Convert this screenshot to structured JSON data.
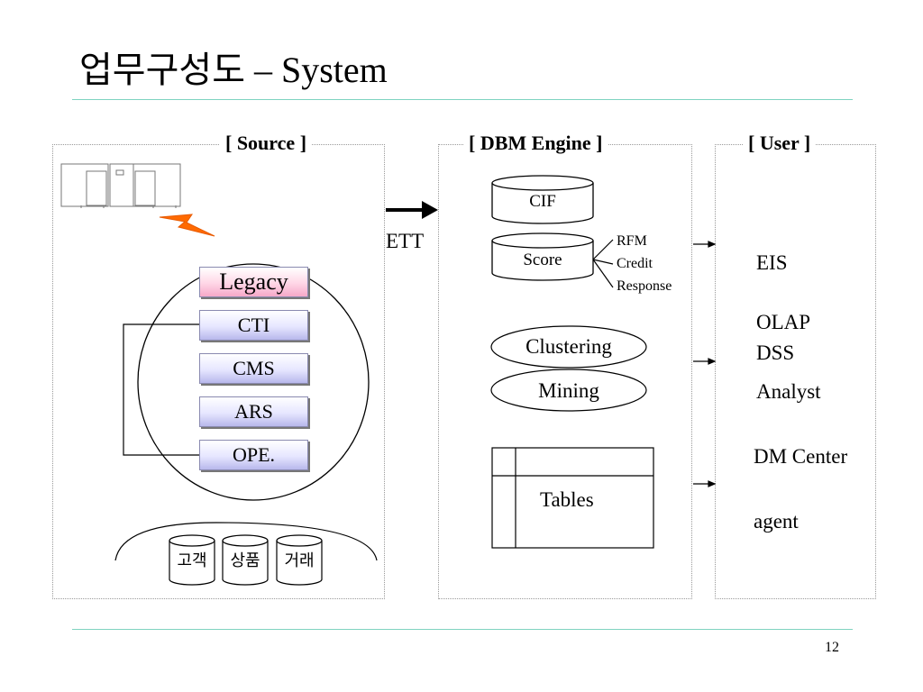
{
  "slide": {
    "title": "업무구성도 – System",
    "page_number": "12"
  },
  "source": {
    "title": "[ Source ]",
    "systems": [
      "Legacy",
      "CTI",
      "CMS",
      "ARS",
      "OPE."
    ],
    "databases": [
      "고객",
      "상품",
      "거래"
    ]
  },
  "flow": {
    "label": "ETT"
  },
  "engine": {
    "title": "[ DBM Engine  ]",
    "cif": "CIF",
    "score": "Score",
    "score_outputs": [
      "RFM",
      "Credit",
      "Response"
    ],
    "clustering": "Clustering",
    "mining": "Mining",
    "tables": "Tables"
  },
  "user": {
    "title": "[ User ]",
    "items": [
      "EIS",
      "OLAP",
      "DSS",
      "Analyst",
      "DM Center",
      "agent"
    ]
  }
}
